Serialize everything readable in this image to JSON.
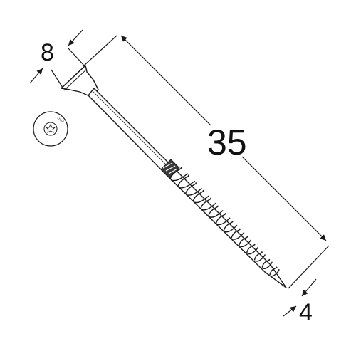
{
  "dimensions": {
    "length": "35",
    "head_diameter": "8",
    "thread_diameter": "4"
  },
  "head_stamp": {
    "icon": "torx-drive-icon",
    "markings": "DMA"
  },
  "colors": {
    "line": "#1a1a1a",
    "shaft_fill": "#ffffff",
    "background": "#ffffff"
  }
}
